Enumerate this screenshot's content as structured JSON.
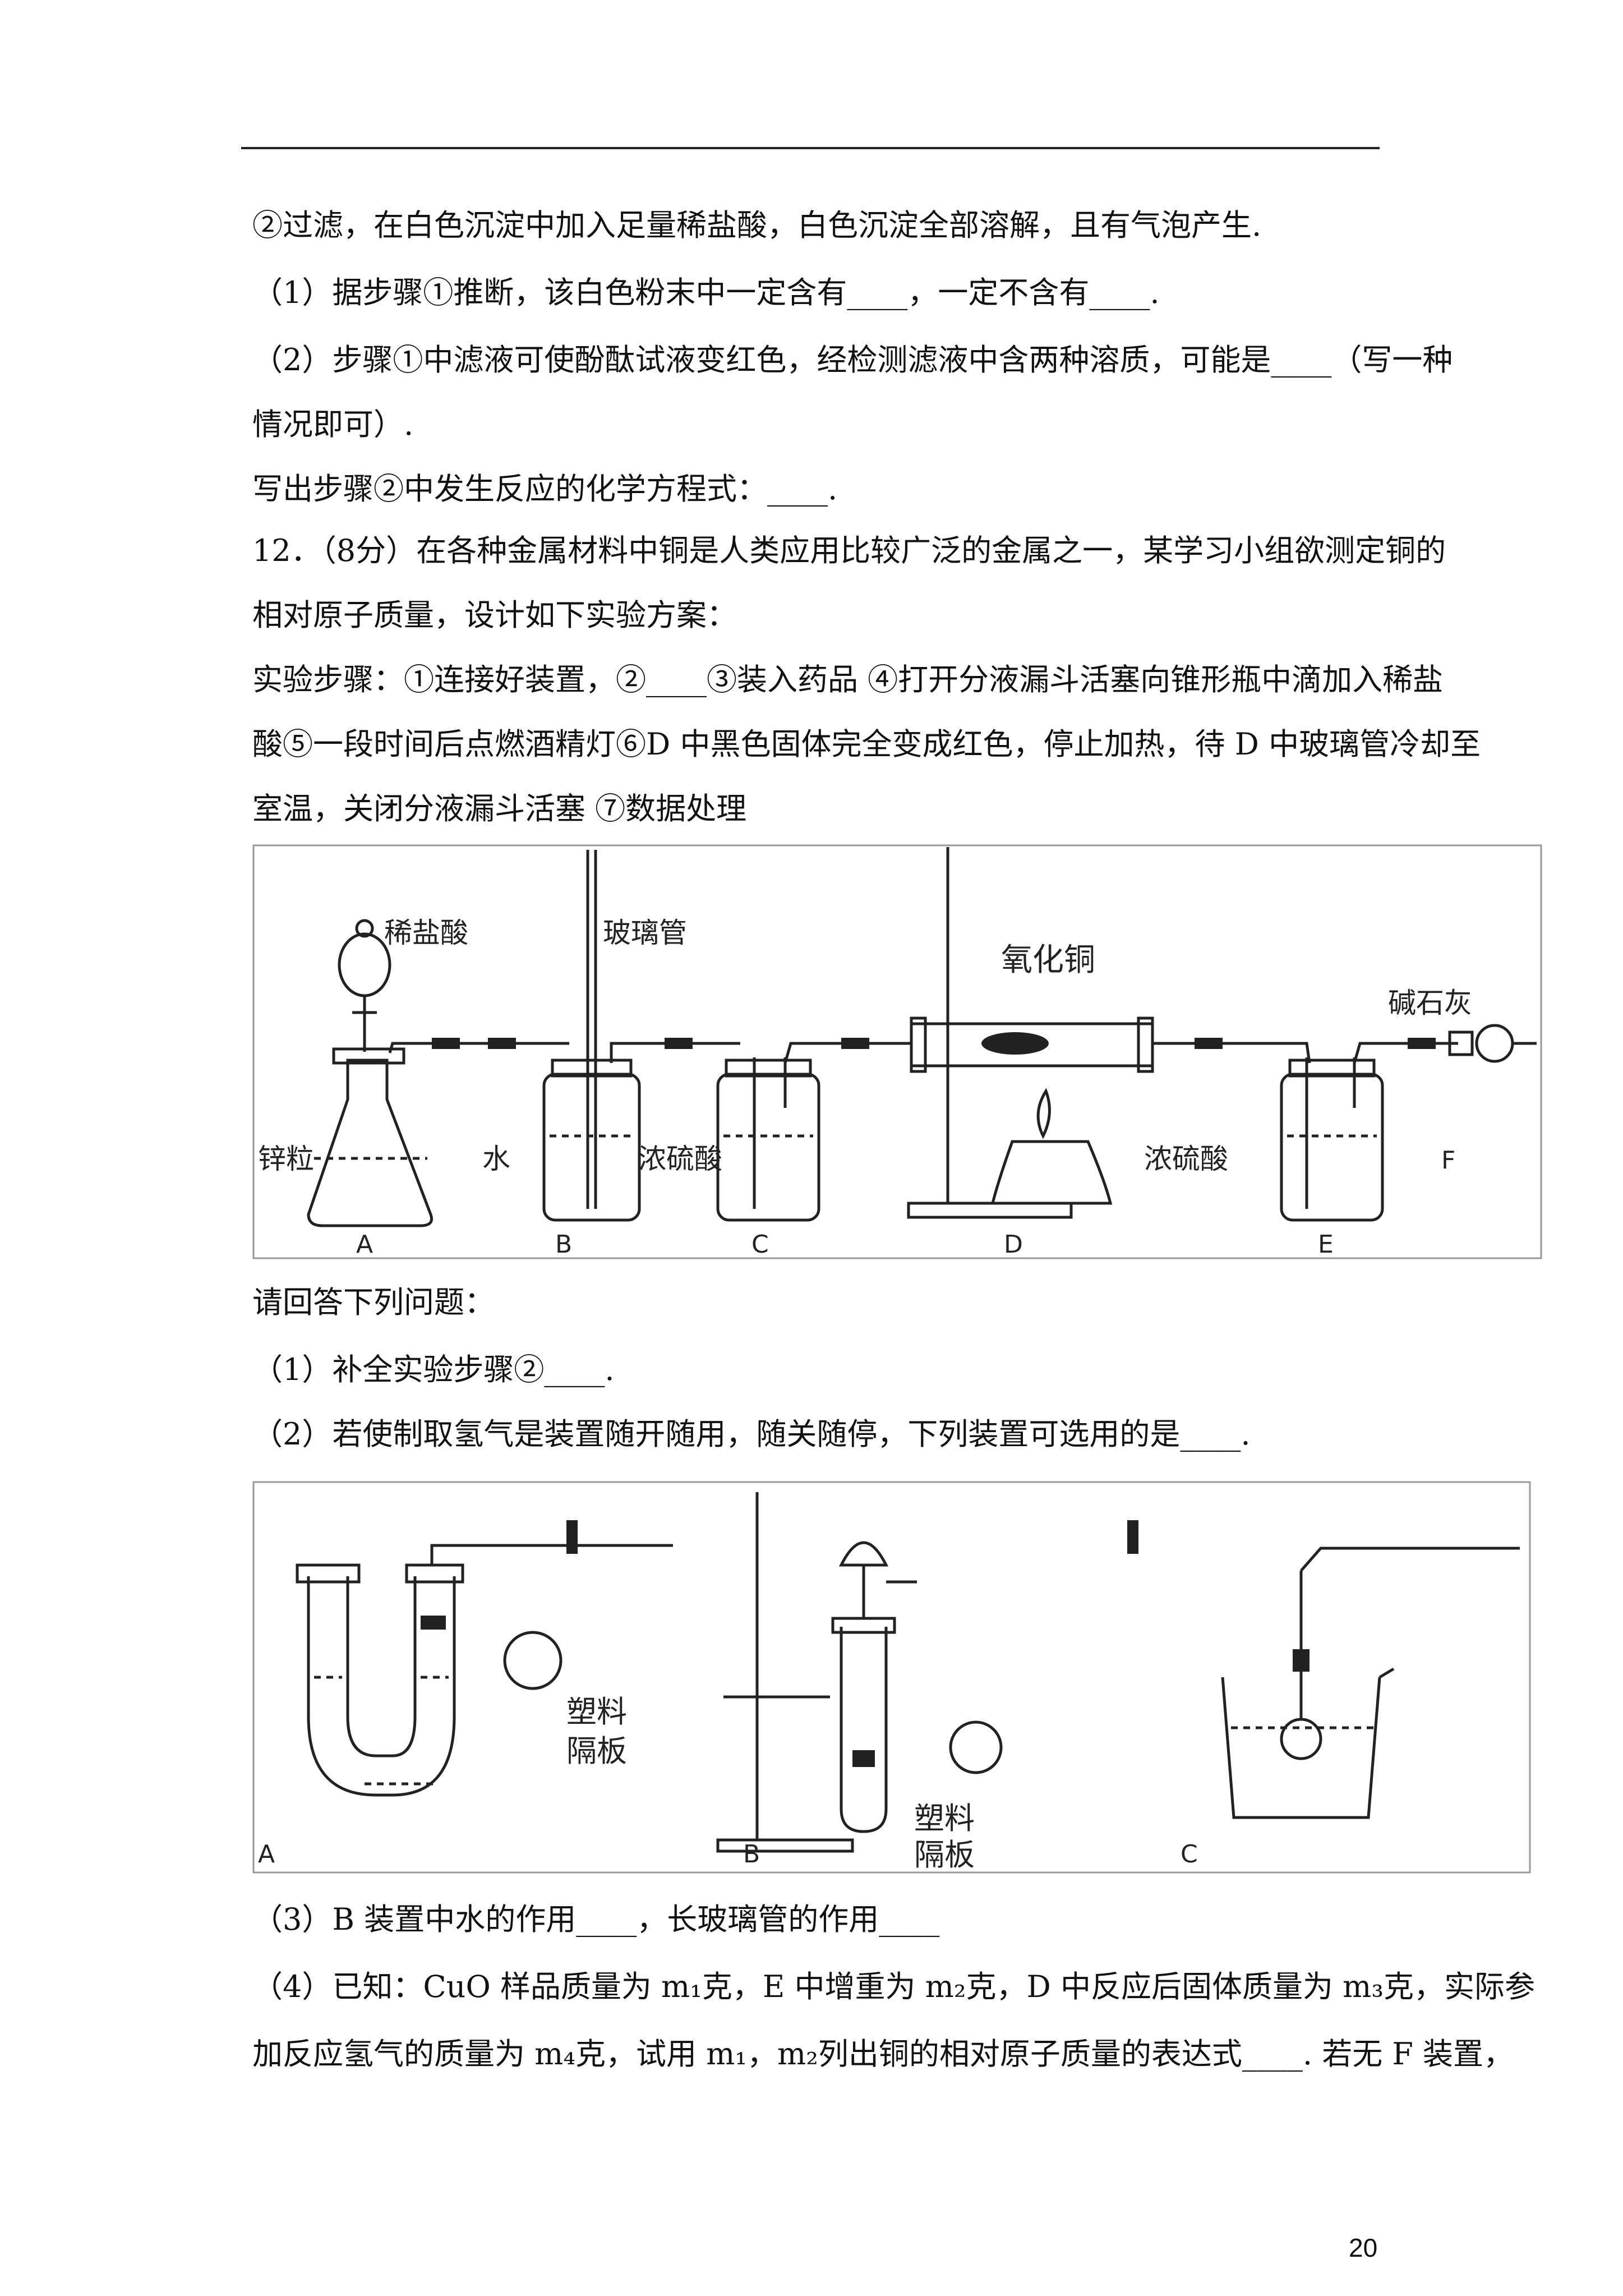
{
  "lines": [
    "②过滤，在白色沉淀中加入足量稀盐酸，白色沉淀全部溶解，且有气泡产生.",
    "（1）据步骤①推断，该白色粉末中一定含有____，一定不含有____.",
    "（2）步骤①中滤液可使酚酞试液变红色，经检测滤液中含两种溶质，可能是____（写一种",
    "情况即可）.",
    "写出步骤②中发生反应的化学方程式：____.",
    "12．（8分）在各种金属材料中铜是人类应用比较广泛的金属之一，某学习小组欲测定铜的",
    "相对原子质量，设计如下实验方案：",
    "实验步骤：①连接好装置，②____③装入药品 ④打开分液漏斗活塞向锥形瓶中滴加入稀盐",
    "酸⑤一段时间后点燃酒精灯⑥D 中黑色固体完全变成红色，停止加热，待 D 中玻璃管冷却至",
    "室温，关闭分液漏斗活塞 ⑦数据处理",
    "请回答下列问题：",
    "（1）补全实验步骤②____.",
    "（2）若使制取氢气是装置随开随用，随关随停，下列装置可选用的是____.",
    "（3）B 装置中水的作用____，长玻璃管的作用____",
    "（4）已知：CuO 样品质量为 m₁克，E 中增重为 m₂克，D 中反应后固体质量为 m₃克，实际参",
    "加反应氢气的质量为 m₄克，试用 m₁，m₂列出铜的相对原子质量的表达式____. 若无 F 装置，"
  ],
  "figure1": {
    "labels": {
      "dilute_hcl": "稀盐酸",
      "glass_tube": "玻璃管",
      "copper_oxide": "氧化铜",
      "soda_lime": "碱石灰",
      "zinc": "锌粒",
      "water": "水",
      "conc_h2so4_c": "浓硫酸",
      "conc_h2so4_e": "浓硫酸"
    },
    "letters": [
      "A",
      "B",
      "C",
      "D",
      "E",
      "F"
    ]
  },
  "figure2": {
    "plastic_plate_a": [
      "塑料",
      "隔板"
    ],
    "plastic_plate_b": [
      "塑料",
      "隔板"
    ],
    "letters": [
      "A",
      "B",
      "C"
    ]
  },
  "page_number": "20"
}
